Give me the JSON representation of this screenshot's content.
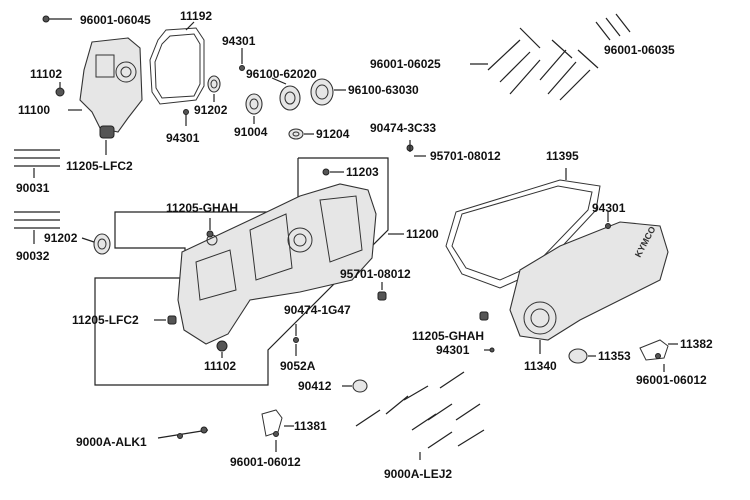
{
  "diagram": {
    "labels": {
      "l_96001_06045": "96001-06045",
      "l_11192": "11192",
      "l_94301_a": "94301",
      "l_96001_06025": "96001-06025",
      "l_96001_06035": "96001-06035",
      "l_11102_a": "11102",
      "l_96100_62020": "96100-62020",
      "l_96100_63030": "96100-63030",
      "l_11100": "11100",
      "l_91202_a": "91202",
      "l_94301_b": "94301",
      "l_91004": "91004",
      "l_91204": "91204",
      "l_90474_3c33": "90474-3C33",
      "l_95701_08012_a": "95701-08012",
      "l_11205_lfc2_a": "11205-LFC2",
      "l_11395": "11395",
      "l_90031": "90031",
      "l_11203": "11203",
      "l_11205_ghah_a": "11205-GHAH",
      "l_94301_c": "94301",
      "l_91202_b": "91202",
      "l_11200": "11200",
      "l_90032": "90032",
      "l_95701_08012_b": "95701-08012",
      "l_90474_1g47": "90474-1G47",
      "l_11205_lfc2_b": "11205-LFC2",
      "l_11205_ghah_b": "11205-GHAH",
      "l_94301_d": "94301",
      "l_11382": "11382",
      "l_11102_b": "11102",
      "l_9052a": "9052A",
      "l_11340": "11340",
      "l_11353": "11353",
      "l_96001_06012_a": "96001-06012",
      "l_90412": "90412",
      "l_11381": "11381",
      "l_9000a_alk1": "9000A-ALK1",
      "l_96001_06012_b": "96001-06012",
      "l_9000a_lej2": "9000A-LEJ2"
    },
    "brand_text": "KYMCO"
  }
}
